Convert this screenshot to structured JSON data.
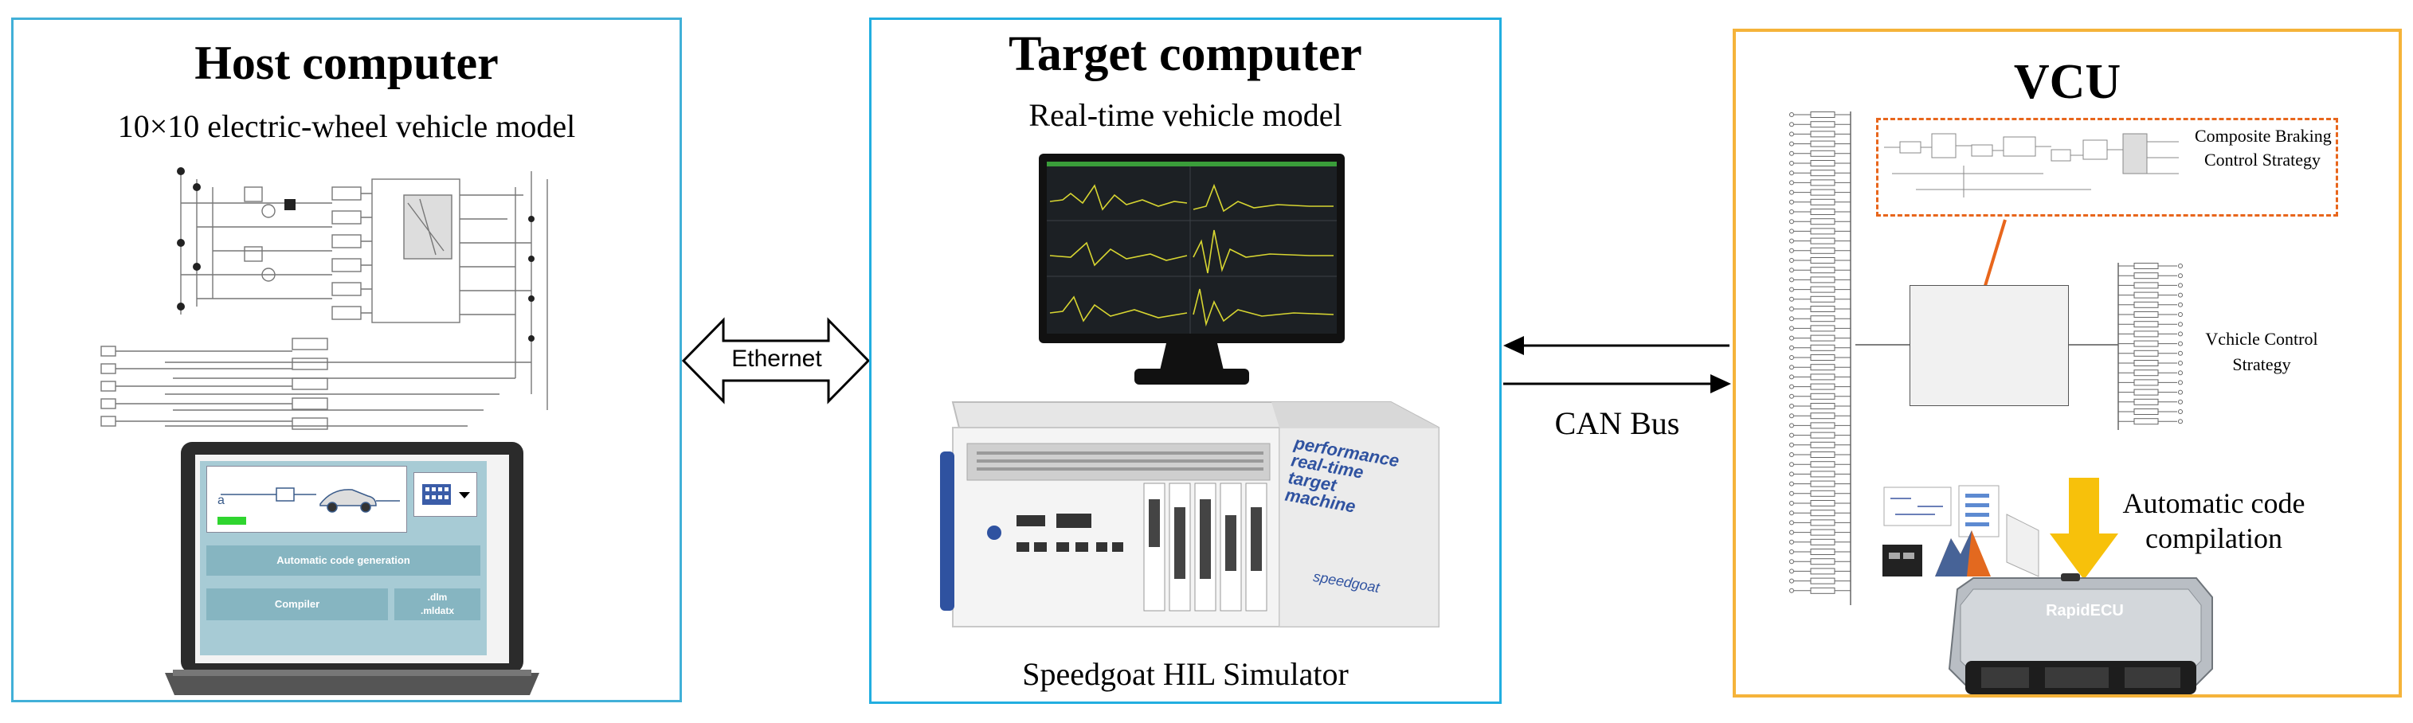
{
  "colors": {
    "host_border": "#41b0d8",
    "target_border": "#22aee0",
    "vcu_border": "#f5b33a",
    "orange_accent": "#e8661c",
    "yellow_arrow": "#f7c10b",
    "laptop_panel": "#a7cbd5",
    "laptop_bar": "#86b5c1"
  },
  "host": {
    "title": "Host computer",
    "subtitle": "10×10 electric-wheel vehicle model",
    "laptop": {
      "code_gen": "Automatic code generation",
      "compiler": "Compiler",
      "files": ".dlm\n.mldatx"
    }
  },
  "target": {
    "title": "Target computer",
    "subtitle": "Real-time vehicle model",
    "footer": "Speedgoat HIL Simulator",
    "machine_text": "performance\nreal-time\ntarget\nmachine",
    "brand": "speedgoat"
  },
  "links": {
    "ethernet": "Ethernet",
    "can_bus": "CAN Bus"
  },
  "vcu": {
    "title": "VCU",
    "braking": "Composite Braking\nControl Strategy",
    "vehicle_ctrl": "Vchicle Control\nStrategy",
    "auto_compile": "Automatic code\ncompilation",
    "ecu_label": "RapidECU"
  }
}
